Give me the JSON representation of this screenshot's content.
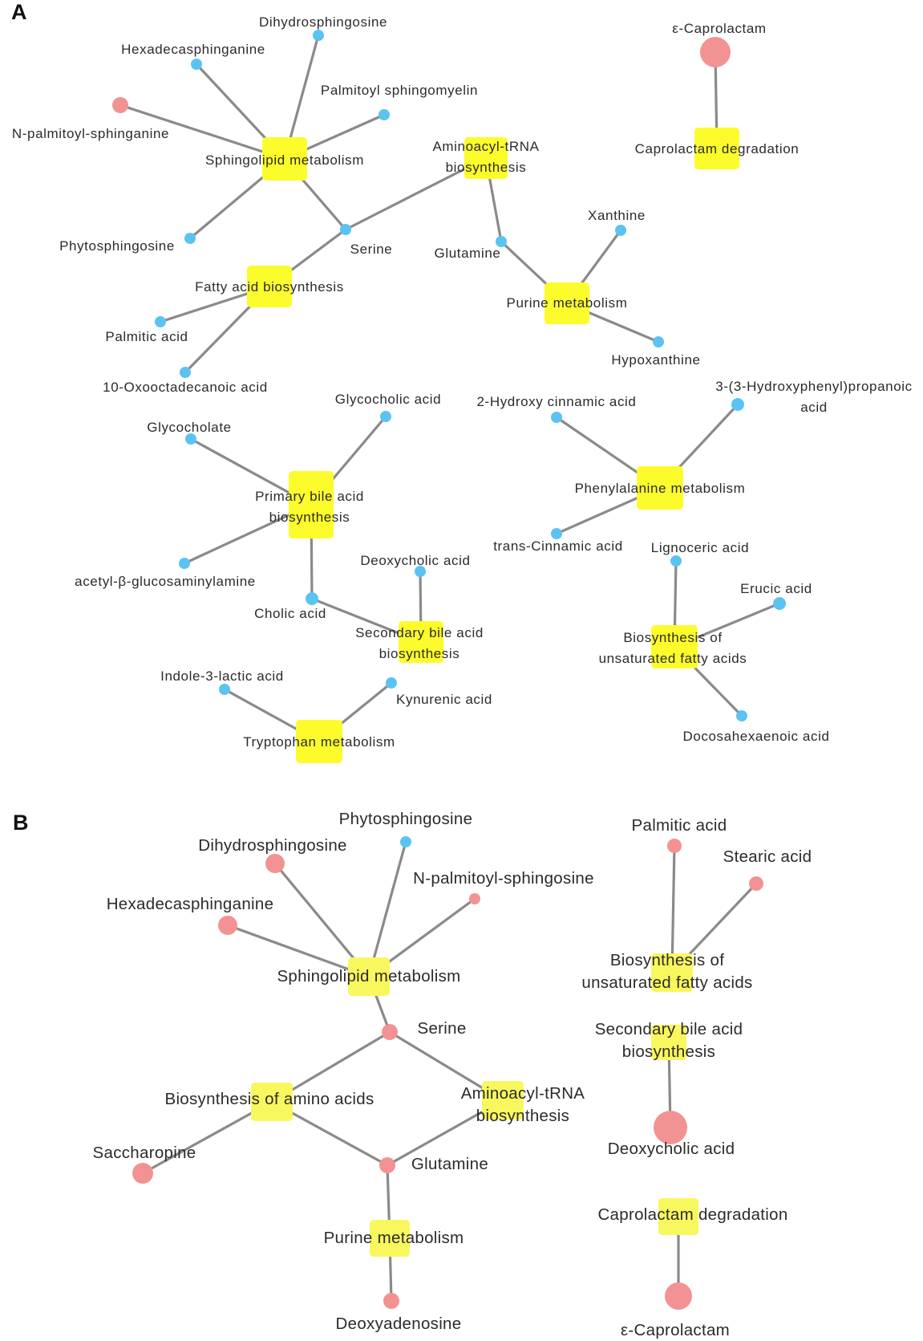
{
  "colors": {
    "pathway_node": "#fcfc2c",
    "metabolite_blue": "#5bc3f2",
    "metabolite_red": "#f39292",
    "edge": "#8a8a8a"
  },
  "panels": [
    {
      "letter": "A",
      "nodes": [
        {
          "id": "a_sphingo",
          "type": "pathway",
          "lines": [
            "Sphingolipid metabolism"
          ]
        },
        {
          "id": "a_dihydro",
          "type": "metabolite",
          "color": "blue",
          "lines": [
            "Dihydrosphingosine"
          ]
        },
        {
          "id": "a_hexadeca",
          "type": "metabolite",
          "color": "blue",
          "lines": [
            "Hexadecasphinganine"
          ]
        },
        {
          "id": "a_palmsm",
          "type": "metabolite",
          "color": "blue",
          "lines": [
            "Palmitoyl sphingomyelin"
          ]
        },
        {
          "id": "a_npalm",
          "type": "metabolite",
          "color": "red",
          "lines": [
            "N-palmitoyl-sphinganine"
          ]
        },
        {
          "id": "a_phyto",
          "type": "metabolite",
          "color": "blue",
          "lines": [
            "Phytosphingosine"
          ]
        },
        {
          "id": "a_serine",
          "type": "metabolite",
          "color": "blue",
          "lines": [
            "Serine"
          ]
        },
        {
          "id": "a_aatrna",
          "type": "pathway",
          "lines": [
            "Aminoacyl-tRNA",
            "biosynthesis"
          ]
        },
        {
          "id": "a_glutamine",
          "type": "metabolite",
          "color": "blue",
          "lines": [
            "Glutamine"
          ]
        },
        {
          "id": "a_purine",
          "type": "pathway",
          "lines": [
            "Purine metabolism"
          ]
        },
        {
          "id": "a_xanthine",
          "type": "metabolite",
          "color": "blue",
          "lines": [
            "Xanthine"
          ]
        },
        {
          "id": "a_hypox",
          "type": "metabolite",
          "color": "blue",
          "lines": [
            "Hypoxanthine"
          ]
        },
        {
          "id": "a_fattyacid",
          "type": "pathway",
          "lines": [
            "Fatty acid biosynthesis"
          ]
        },
        {
          "id": "a_palmitic",
          "type": "metabolite",
          "color": "blue",
          "lines": [
            "Palmitic acid"
          ]
        },
        {
          "id": "a_oxoocta",
          "type": "metabolite",
          "color": "blue",
          "lines": [
            "10-Oxooctadecanoic acid"
          ]
        },
        {
          "id": "a_caprolactam",
          "type": "metabolite",
          "color": "red",
          "lines": [
            "ε-Caprolactam"
          ]
        },
        {
          "id": "a_caprodeg",
          "type": "pathway",
          "lines": [
            "Caprolactam degradation"
          ]
        },
        {
          "id": "a_primbile",
          "type": "pathway",
          "lines": [
            "Primary bile acid",
            "biosynthesis"
          ]
        },
        {
          "id": "a_glycocholate",
          "type": "metabolite",
          "color": "blue",
          "lines": [
            "Glycocholate"
          ]
        },
        {
          "id": "a_glycocholic",
          "type": "metabolite",
          "color": "blue",
          "lines": [
            "Glycocholic acid"
          ]
        },
        {
          "id": "a_acetylglu",
          "type": "metabolite",
          "color": "blue",
          "lines": [
            "acetyl-β-glucosaminylamine"
          ]
        },
        {
          "id": "a_cholic",
          "type": "metabolite",
          "color": "blue",
          "lines": [
            "Cholic acid"
          ]
        },
        {
          "id": "a_secbile",
          "type": "pathway",
          "lines": [
            "Secondary bile acid",
            "biosynthesis"
          ]
        },
        {
          "id": "a_deoxycholic",
          "type": "metabolite",
          "color": "blue",
          "lines": [
            "Deoxycholic acid"
          ]
        },
        {
          "id": "a_phenylalanine",
          "type": "pathway",
          "lines": [
            "Phenylalanine metabolism"
          ]
        },
        {
          "id": "a_hydroxycinn",
          "type": "metabolite",
          "color": "blue",
          "lines": [
            "2-Hydroxy cinnamic acid"
          ]
        },
        {
          "id": "a_hydroxyphenyl",
          "type": "metabolite",
          "color": "blue",
          "lines": [
            "3-(3-Hydroxyphenyl)propanoic",
            "acid"
          ]
        },
        {
          "id": "a_transcinn",
          "type": "metabolite",
          "color": "blue",
          "lines": [
            "trans-Cinnamic acid"
          ]
        },
        {
          "id": "a_unsatfa",
          "type": "pathway",
          "lines": [
            "Biosynthesis of",
            "unsaturated fatty acids"
          ]
        },
        {
          "id": "a_lignoceric",
          "type": "metabolite",
          "color": "blue",
          "lines": [
            "Lignoceric acid"
          ]
        },
        {
          "id": "a_erucic",
          "type": "metabolite",
          "color": "blue",
          "lines": [
            "Erucic acid"
          ]
        },
        {
          "id": "a_docosa",
          "type": "metabolite",
          "color": "blue",
          "lines": [
            "Docosahexaenoic acid"
          ]
        },
        {
          "id": "a_tryptophan",
          "type": "pathway",
          "lines": [
            "Tryptophan metabolism"
          ]
        },
        {
          "id": "a_indole",
          "type": "metabolite",
          "color": "blue",
          "lines": [
            "Indole-3-lactic acid"
          ]
        },
        {
          "id": "a_kynurenic",
          "type": "metabolite",
          "color": "blue",
          "lines": [
            "Kynurenic acid"
          ]
        }
      ],
      "edges": [
        [
          "a_sphingo",
          "a_dihydro"
        ],
        [
          "a_sphingo",
          "a_hexadeca"
        ],
        [
          "a_sphingo",
          "a_palmsm"
        ],
        [
          "a_sphingo",
          "a_npalm"
        ],
        [
          "a_sphingo",
          "a_phyto"
        ],
        [
          "a_sphingo",
          "a_serine"
        ],
        [
          "a_serine",
          "a_aatrna"
        ],
        [
          "a_serine",
          "a_fattyacid"
        ],
        [
          "a_aatrna",
          "a_glutamine"
        ],
        [
          "a_glutamine",
          "a_purine"
        ],
        [
          "a_purine",
          "a_xanthine"
        ],
        [
          "a_purine",
          "a_hypox"
        ],
        [
          "a_fattyacid",
          "a_palmitic"
        ],
        [
          "a_fattyacid",
          "a_oxoocta"
        ],
        [
          "a_caprolactam",
          "a_caprodeg"
        ],
        [
          "a_primbile",
          "a_glycocholate"
        ],
        [
          "a_primbile",
          "a_glycocholic"
        ],
        [
          "a_primbile",
          "a_acetylglu"
        ],
        [
          "a_primbile",
          "a_cholic"
        ],
        [
          "a_cholic",
          "a_secbile"
        ],
        [
          "a_secbile",
          "a_deoxycholic"
        ],
        [
          "a_phenylalanine",
          "a_hydroxycinn"
        ],
        [
          "a_phenylalanine",
          "a_hydroxyphenyl"
        ],
        [
          "a_phenylalanine",
          "a_transcinn"
        ],
        [
          "a_unsatfa",
          "a_lignoceric"
        ],
        [
          "a_unsatfa",
          "a_erucic"
        ],
        [
          "a_unsatfa",
          "a_docosa"
        ],
        [
          "a_tryptophan",
          "a_indole"
        ],
        [
          "a_tryptophan",
          "a_kynurenic"
        ]
      ]
    },
    {
      "letter": "B",
      "nodes": [
        {
          "id": "b_sphingo",
          "type": "pathway",
          "lines": [
            "Sphingolipid metabolism"
          ]
        },
        {
          "id": "b_phyto",
          "type": "metabolite",
          "color": "blue",
          "lines": [
            "Phytosphingosine"
          ]
        },
        {
          "id": "b_dihydro",
          "type": "metabolite",
          "color": "red",
          "lines": [
            "Dihydrosphingosine"
          ]
        },
        {
          "id": "b_npalm",
          "type": "metabolite",
          "color": "red",
          "lines": [
            "N-palmitoyl-sphingosine"
          ]
        },
        {
          "id": "b_hexadeca",
          "type": "metabolite",
          "color": "red",
          "lines": [
            "Hexadecasphinganine"
          ]
        },
        {
          "id": "b_serine",
          "type": "metabolite",
          "color": "red",
          "lines": [
            "Serine"
          ]
        },
        {
          "id": "b_aminoacids",
          "type": "pathway",
          "lines": [
            "Biosynthesis of amino acids"
          ]
        },
        {
          "id": "b_aatrna",
          "type": "pathway",
          "lines": [
            "Aminoacyl-tRNA",
            "biosynthesis"
          ]
        },
        {
          "id": "b_saccharopine",
          "type": "metabolite",
          "color": "red",
          "lines": [
            "Saccharopine"
          ]
        },
        {
          "id": "b_glutamine",
          "type": "metabolite",
          "color": "red",
          "lines": [
            "Glutamine"
          ]
        },
        {
          "id": "b_purine",
          "type": "pathway",
          "lines": [
            "Purine metabolism"
          ]
        },
        {
          "id": "b_deoxyadenosine",
          "type": "metabolite",
          "color": "red",
          "lines": [
            "Deoxyadenosine"
          ]
        },
        {
          "id": "b_palmitic",
          "type": "metabolite",
          "color": "red",
          "lines": [
            "Palmitic acid"
          ]
        },
        {
          "id": "b_stearic",
          "type": "metabolite",
          "color": "red",
          "lines": [
            "Stearic acid"
          ]
        },
        {
          "id": "b_unsatfa",
          "type": "pathway",
          "lines": [
            "Biosynthesis of",
            "unsaturated fatty acids"
          ]
        },
        {
          "id": "b_secbile",
          "type": "pathway",
          "lines": [
            "Secondary bile acid",
            "biosynthesis"
          ]
        },
        {
          "id": "b_deoxycholic",
          "type": "metabolite",
          "color": "red",
          "lines": [
            "Deoxycholic acid"
          ]
        },
        {
          "id": "b_caprodeg",
          "type": "pathway",
          "lines": [
            "Caprolactam degradation"
          ]
        },
        {
          "id": "b_caprolactam",
          "type": "metabolite",
          "color": "red",
          "lines": [
            "ε-Caprolactam"
          ]
        }
      ],
      "edges": [
        [
          "b_sphingo",
          "b_phyto"
        ],
        [
          "b_sphingo",
          "b_dihydro"
        ],
        [
          "b_sphingo",
          "b_npalm"
        ],
        [
          "b_sphingo",
          "b_hexadeca"
        ],
        [
          "b_sphingo",
          "b_serine"
        ],
        [
          "b_serine",
          "b_aminoacids"
        ],
        [
          "b_serine",
          "b_aatrna"
        ],
        [
          "b_aminoacids",
          "b_saccharopine"
        ],
        [
          "b_aminoacids",
          "b_glutamine"
        ],
        [
          "b_aatrna",
          "b_glutamine"
        ],
        [
          "b_glutamine",
          "b_purine"
        ],
        [
          "b_purine",
          "b_deoxyadenosine"
        ],
        [
          "b_palmitic",
          "b_unsatfa"
        ],
        [
          "b_stearic",
          "b_unsatfa"
        ],
        [
          "b_secbile",
          "b_deoxycholic"
        ],
        [
          "b_caprodeg",
          "b_caprolactam"
        ]
      ]
    }
  ]
}
